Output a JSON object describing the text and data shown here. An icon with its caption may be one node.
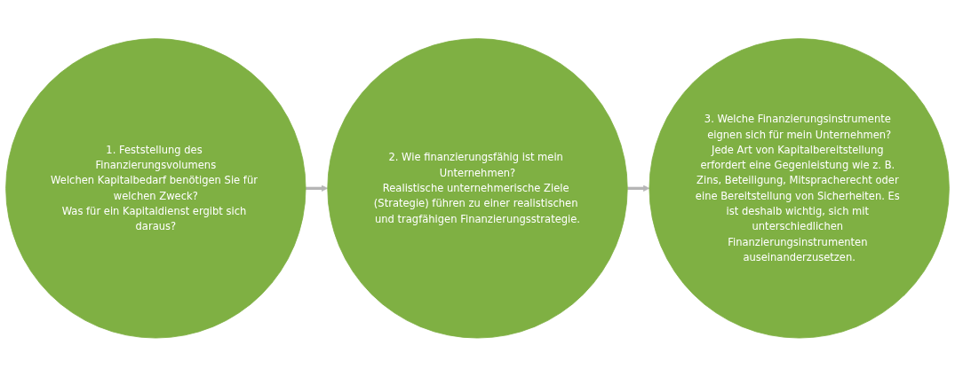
{
  "diagram": {
    "nodes": [
      {
        "text": [
          "1. Feststellung des Finanzierungsvolumens",
          "Welchen Kapitalbedarf benötigen Sie für welchen Zweck?",
          "Was für ein Kapitaldienst ergibt sich daraus?"
        ]
      },
      {
        "text": [
          "2. Wie finanzierungsfähig ist mein Unternehmen?",
          "Realistische unternehmerische Ziele (Strategie) führen zu einer realistischen und tragfähigen Finanzierungsstrategie."
        ]
      },
      {
        "text": [
          "3. Welche Finanzierungsinstrumente eignen sich für mein Unternehmen?",
          "Jede Art von Kapitalbereitstellung erfordert eine Gegenleistung wie z. B. Zins, Beteiligung, Mitspracherecht oder eine Bereitstellung von Sicherheiten. Es ist deshalb wichtig, sich mit unterschiedlichen Finanzierungsinstrumenten auseinanderzusetzen."
        ]
      }
    ],
    "edges": [
      {
        "from": 0,
        "to": 1,
        "arrow": "to"
      },
      {
        "from": 1,
        "to": 2,
        "arrow": "to"
      }
    ]
  }
}
